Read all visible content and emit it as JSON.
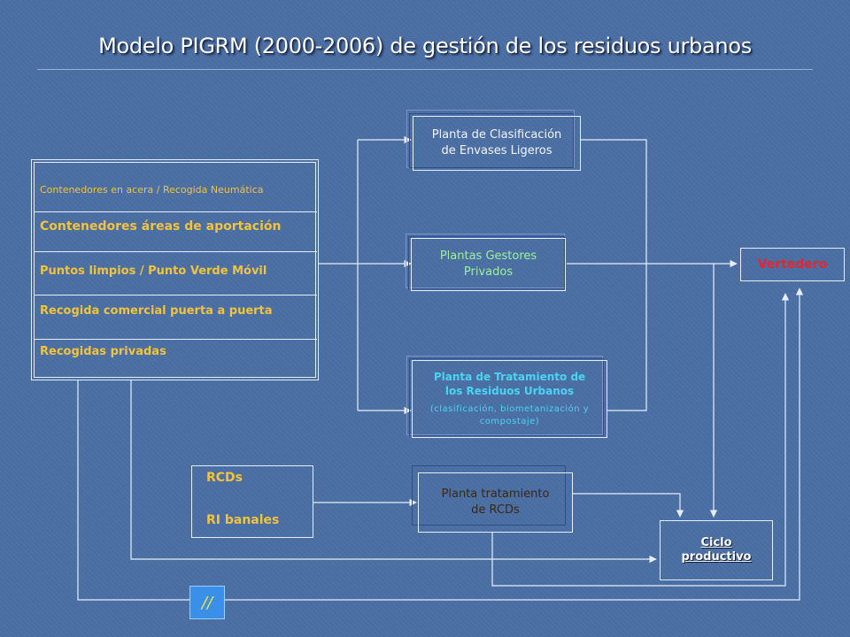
{
  "title": "Modelo PIGRM (2000-2006) de gestión de los residuos  urbanos",
  "sources": [
    "Contenedores en acera / Recogida Neumática",
    "Contenedores áreas de aportación",
    "Puntos limpios / Punto Verde Móvil",
    "Recogida comercial puerta a puerta",
    "Recogidas privadas"
  ],
  "plants": {
    "clasificacion": {
      "line1": "Planta de Clasificación",
      "line2": "de Envases Ligeros"
    },
    "gestores": {
      "line1": "Plantas Gestores",
      "line2": "Privados"
    },
    "tratamiento": {
      "line1": "Planta de Tratamiento de",
      "line2": "los Residuos Urbanos",
      "line3": "(clasificación, biometanización y",
      "line4": "compostaje)"
    },
    "rcds": {
      "line1": "Planta tratamiento",
      "line2": "de RCDs"
    }
  },
  "vertedero": "Vertedero",
  "rcds_box": {
    "line1": "RCDs",
    "line2": "RI banales"
  },
  "ciclo": {
    "line1": "Ciclo",
    "line2": "productivo"
  },
  "slash_label": "//",
  "colors": {
    "background": "#4a6ea4",
    "line": "#e8eef8",
    "source_text": "#f3c33c",
    "vertedero_text": "#e8242c",
    "gestores_text": "#9cf29c",
    "tratamiento_text": "#4ad4f4"
  }
}
